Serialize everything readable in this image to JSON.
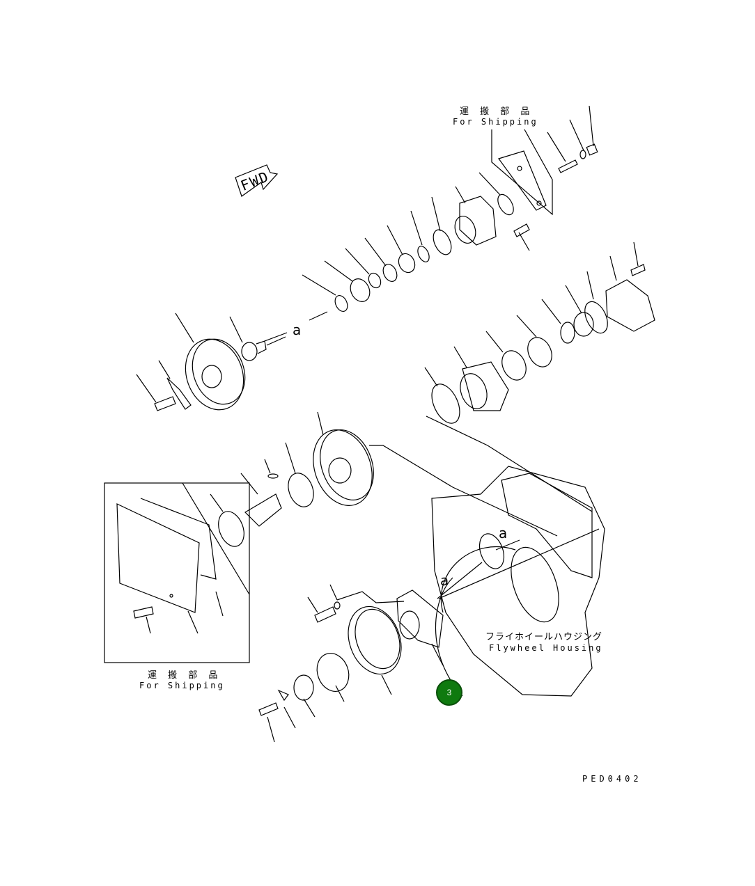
{
  "diagram": {
    "fwd_label": "FWD",
    "ref_a": "a",
    "shipping_top": {
      "jp": "運 搬 部 品",
      "en": "For Shipping"
    },
    "shipping_left": {
      "jp": "運 搬 部 品",
      "en": "For Shipping"
    },
    "housing": {
      "jp": "フライホイールハウジング",
      "en": "Flywheel Housing"
    },
    "drawing_code": "PED0402",
    "hotspot_number": "3",
    "hotspot_color": "#0f7a0f"
  }
}
